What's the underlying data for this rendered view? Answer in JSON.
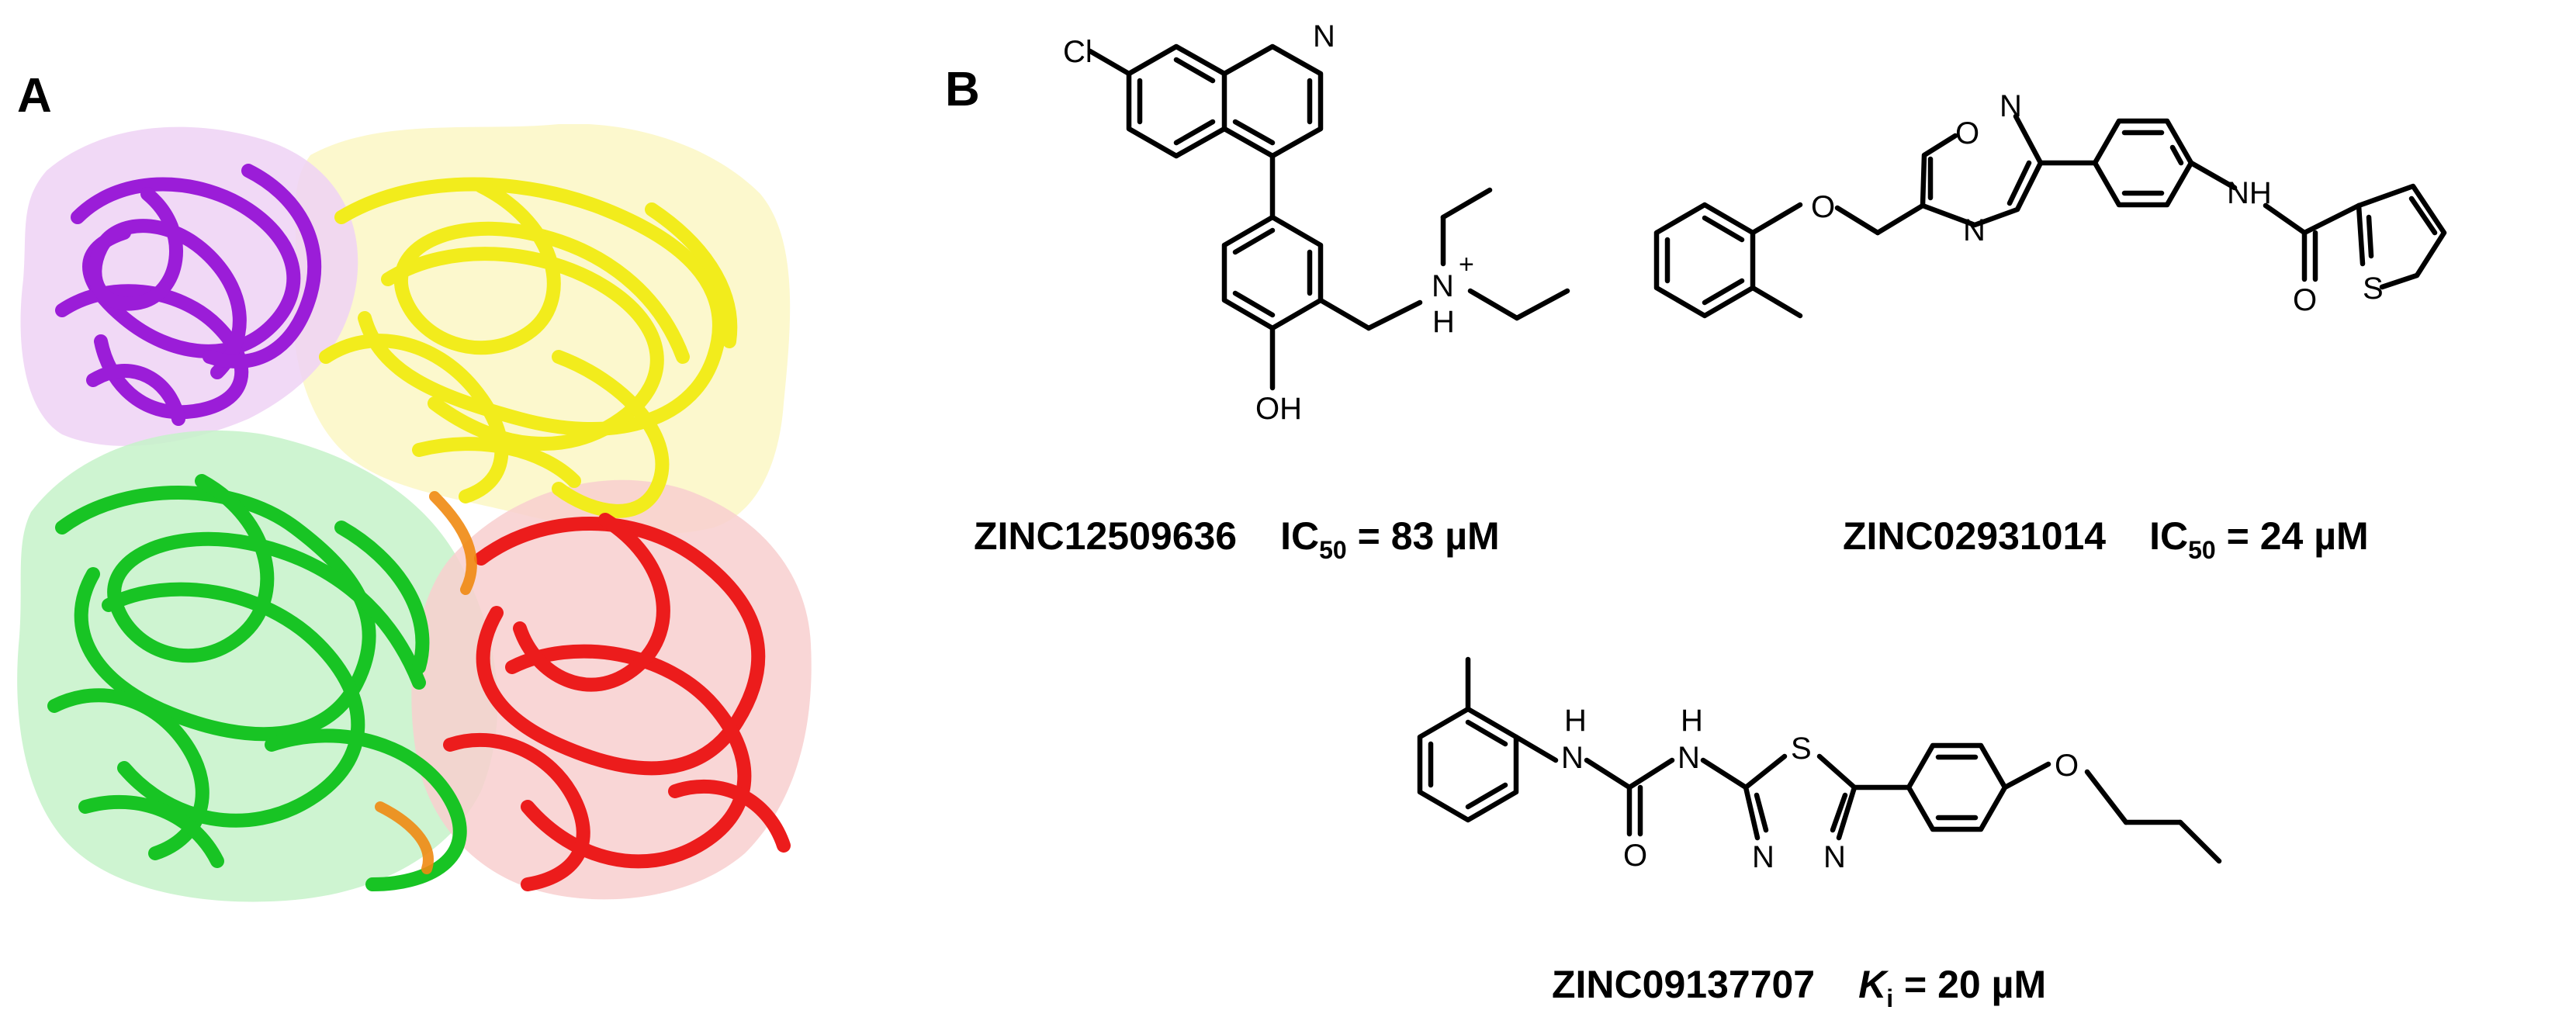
{
  "figure": {
    "panel_a_label": "A",
    "panel_b_label": "B",
    "protein_colors": {
      "chain_purple": "#9b1dd8",
      "chain_yellow": "#f2ec1c",
      "chain_green": "#18c424",
      "chain_red": "#ec1c1c",
      "surface_purple": "#eed2f4",
      "surface_yellow": "#fbf7c4",
      "surface_green": "#c6f2c9",
      "surface_red": "#f8cfcf"
    },
    "compounds": [
      {
        "id": "ZINC12509636",
        "measure": "IC",
        "measure_sub": "50",
        "value_text": "= 83 µM",
        "atom_labels": [
          "Cl",
          "N",
          "N",
          "+",
          "H",
          "OH"
        ]
      },
      {
        "id": "ZINC02931014",
        "measure": "IC",
        "measure_sub": "50",
        "value_text": "= 24 µM",
        "atom_labels": [
          "O",
          "N",
          "O",
          "N",
          "NH",
          "O",
          "S"
        ]
      },
      {
        "id": "ZINC09137707",
        "measure": "K",
        "measure_sub": "i",
        "value_text": "= 20 µM",
        "atom_labels": [
          "H",
          "N",
          "H",
          "N",
          "O",
          "S",
          "N",
          "N",
          "O"
        ]
      }
    ]
  }
}
